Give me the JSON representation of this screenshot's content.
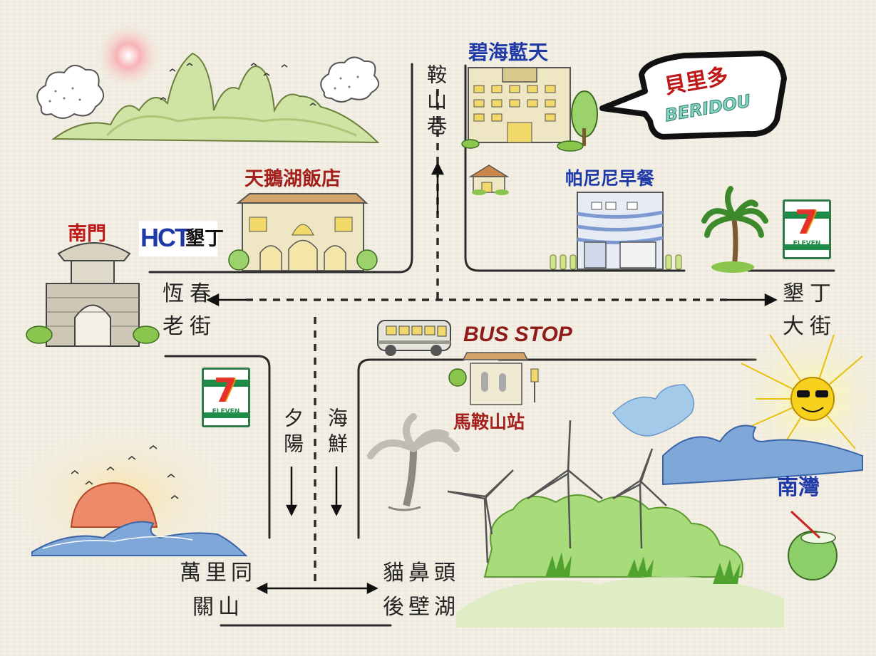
{
  "labels": {
    "bihai_lantian": "碧海藍天",
    "beridou_cn": "貝里多",
    "beridou_en": "BERIDOU",
    "anshan_lane": "鞍山巷",
    "tiane_hotel": "天鵝湖飯店",
    "panini_breakfast": "帕尼尼早餐",
    "south_gate": "南門",
    "hct_logo": "HCT",
    "hct_kenting": "墾丁",
    "hengchun_old_st": [
      "恆春",
      "老街"
    ],
    "kenting_main_st": [
      "墾丁",
      "大街"
    ],
    "bus_stop": "BUS STOP",
    "maanshan_station": "馬鞍山站",
    "sunset": "夕陽",
    "seafood": "海鮮",
    "nanwan": "南灣",
    "wanli_guanshan": [
      "萬里同",
      "關山"
    ],
    "maobitou_houbihu": [
      "貓鼻頭",
      "後壁湖"
    ],
    "seven_eleven": "7",
    "seven_eleven_text": "ELEVEN"
  },
  "colors": {
    "road_ink": "#2a2a2a",
    "blue_label": "#1f3aa8",
    "red_label": "#a3201c",
    "seven_green": "#1f8d4a",
    "seven_red": "#e4312b",
    "sea_blue": "#6f9bd6",
    "grass_green": "#7cc24a",
    "sun_yellow": "#f6d21e"
  },
  "icons": [
    "cloud-icon",
    "mountain-icon",
    "sun-icon",
    "building-icon",
    "tree-icon",
    "palm-tree-icon",
    "bus-icon",
    "wind-turbine-icon",
    "coconut-icon",
    "wave-icon",
    "bird-icon",
    "gate-icon"
  ]
}
